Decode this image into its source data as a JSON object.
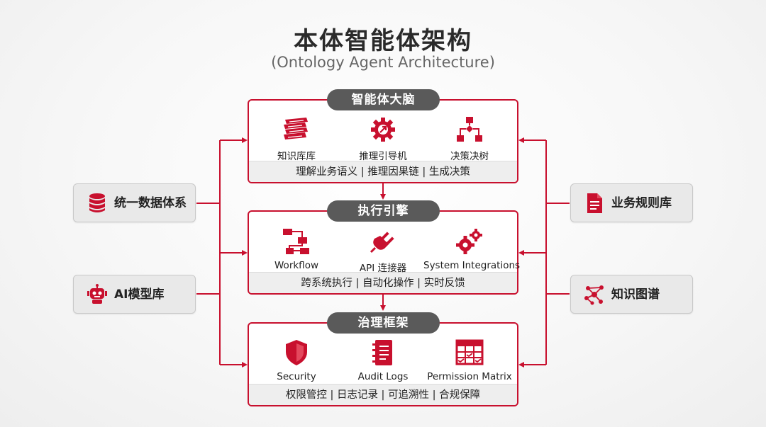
{
  "title": "本体智能体架构",
  "subtitle": "(Ontology Agent Architecture)",
  "colors": {
    "accent": "#c8102e",
    "pill": "#5a5a5a",
    "bar": "#eeeeee",
    "side_box": "#e9e9e9"
  },
  "panels": [
    {
      "title": "智能体大脑",
      "items": [
        {
          "label": "知识库库",
          "icon": "books-icon"
        },
        {
          "label": "推理引导机",
          "icon": "gear-arrow-icon"
        },
        {
          "label": "决策决树",
          "icon": "flowchart-icon"
        }
      ],
      "bar": "理解业务语义 | 推理因果链 | 生成决策"
    },
    {
      "title": "执行引擎",
      "items": [
        {
          "label": "Workflow",
          "icon": "workflow-icon"
        },
        {
          "label": "API 连接器",
          "icon": "plug-icon"
        },
        {
          "label": "System Integrations",
          "icon": "gears-icon"
        }
      ],
      "bar": "跨系统执行 | 自动化操作 | 实时反馈"
    },
    {
      "title": "治理框架",
      "items": [
        {
          "label": "Security",
          "icon": "shield-icon"
        },
        {
          "label": "Audit Logs",
          "icon": "notebook-icon"
        },
        {
          "label": "Permission Matrix",
          "icon": "grid-check-icon"
        }
      ],
      "bar": "权限管控 | 日志记录 | 可追溯性 | 合规保障"
    }
  ],
  "sources": {
    "left": [
      {
        "label": "统一数据体系",
        "icon": "database-icon"
      },
      {
        "label": "AI模型库",
        "icon": "robot-icon"
      }
    ],
    "right": [
      {
        "label": "业务规则库",
        "icon": "document-icon"
      },
      {
        "label": "知识图谱",
        "icon": "network-graph-icon"
      }
    ]
  }
}
